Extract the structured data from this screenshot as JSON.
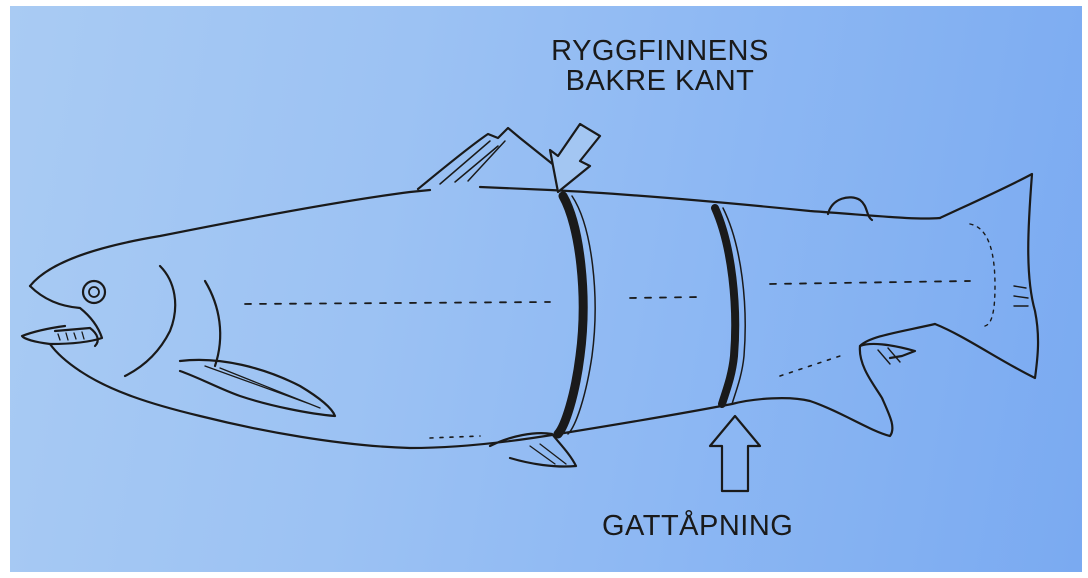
{
  "labels": {
    "dorsal_fin_edge": {
      "line1": "RYGGFINNENS",
      "line2": "BAKRE KANT"
    },
    "vent": "GATTÅPNING"
  },
  "colors": {
    "background_light": "#a9cbf3",
    "background_dark": "#7aaaf1",
    "ink": "#1a1a1a"
  },
  "icons": {
    "top_arrow": "arrow-down-left-icon",
    "bottom_arrow": "arrow-up-icon"
  }
}
